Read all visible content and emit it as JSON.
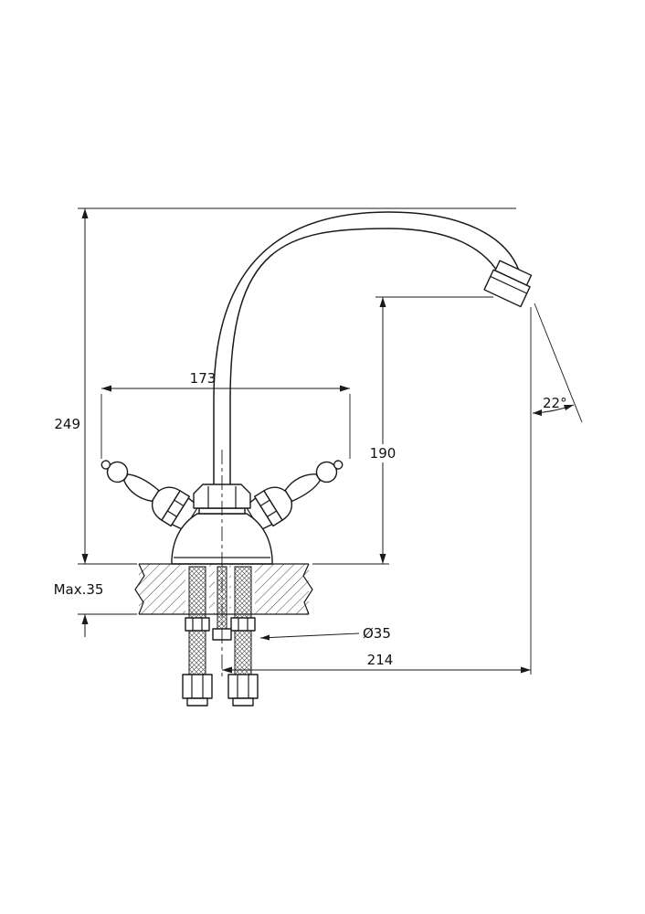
{
  "drawing": {
    "type": "faucet-installation-technical-drawing",
    "line_color": "#1a1a1a",
    "background_color": "#ffffff",
    "labels": {
      "overall_height": "249",
      "handle_span": "173",
      "spout_outlet_height": "190",
      "outlet_angle": "22°",
      "max_deck_thickness": "Max.35",
      "mounting_hole_diameter": "Ø35",
      "spout_reach": "214"
    }
  }
}
